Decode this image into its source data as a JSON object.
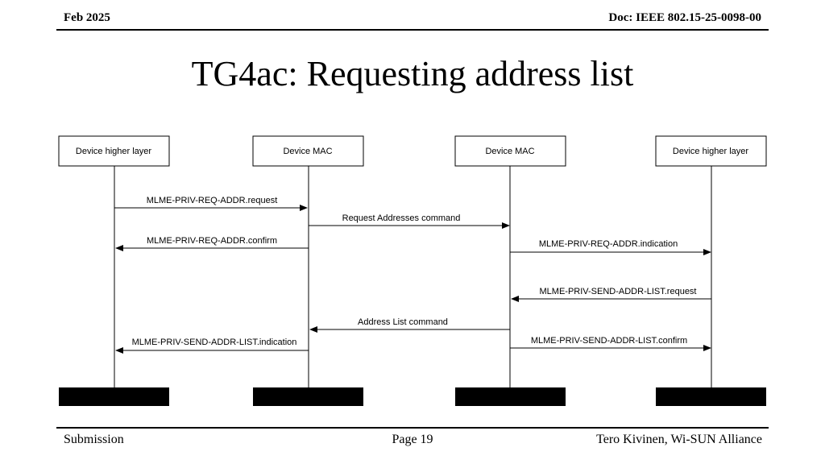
{
  "header": {
    "date": "Feb 2025",
    "doc": "Doc: IEEE 802.15-25-0098-00"
  },
  "title": "TG4ac: Requesting address list",
  "diagram": {
    "participants": [
      {
        "label": "Device higher layer"
      },
      {
        "label": "Device MAC"
      },
      {
        "label": "Device MAC"
      },
      {
        "label": "Device higher layer"
      }
    ],
    "messages": [
      {
        "label": "MLME-PRIV-REQ-ADDR.request",
        "from": 0,
        "to": 1
      },
      {
        "label": "Request Addresses command",
        "from": 1,
        "to": 2
      },
      {
        "label": "MLME-PRIV-REQ-ADDR.confirm",
        "from": 1,
        "to": 0
      },
      {
        "label": "MLME-PRIV-REQ-ADDR.indication",
        "from": 2,
        "to": 3
      },
      {
        "label": "MLME-PRIV-SEND-ADDR-LIST.request",
        "from": 3,
        "to": 2
      },
      {
        "label": "Address List command",
        "from": 2,
        "to": 1
      },
      {
        "label": "MLME-PRIV-SEND-ADDR-LIST.indication",
        "from": 1,
        "to": 0
      },
      {
        "label": "MLME-PRIV-SEND-ADDR-LIST.confirm",
        "from": 2,
        "to": 3
      }
    ]
  },
  "footer": {
    "left": "Submission",
    "center": "Page 19",
    "right": "Tero Kivinen, Wi-SUN Alliance"
  }
}
